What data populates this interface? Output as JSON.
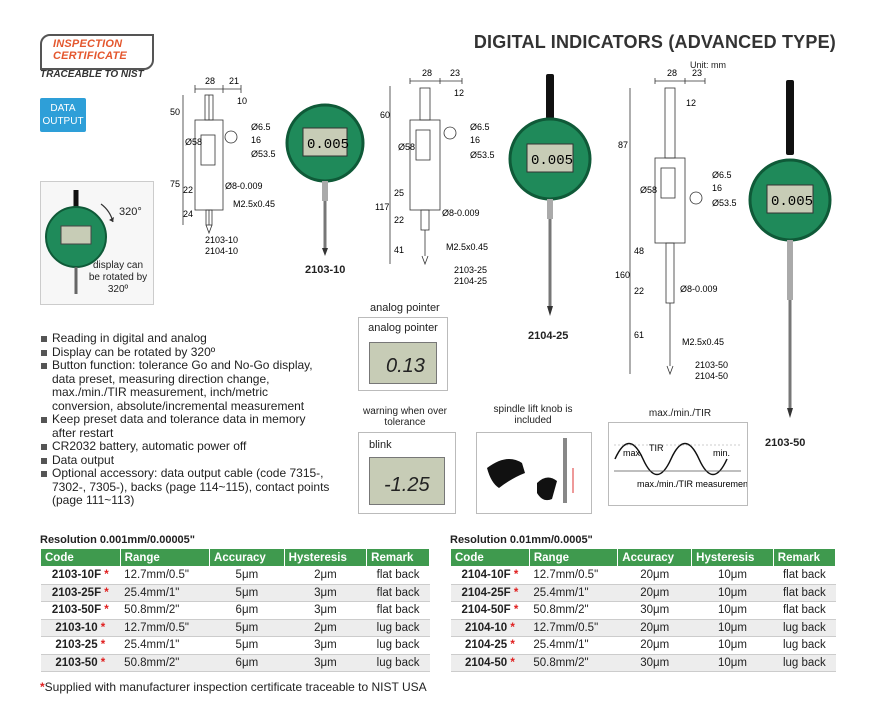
{
  "logo": {
    "line1": "INSPECTION",
    "line2": "CERTIFICATE",
    "sub": "TRACEABLE TO NIST"
  },
  "title": "DIGITAL INDICATORS (ADVANCED TYPE)",
  "data_output": [
    "DATA",
    "OUTPUT"
  ],
  "rotate": {
    "deg": "320°",
    "text": "display can be rotated by 320º"
  },
  "unit": "Unit: mm",
  "lcd_reading": "0.005",
  "models": {
    "a": {
      "name": "2103-10",
      "codes": [
        "2103-10",
        "2104-10"
      ],
      "dims": [
        "28",
        "21",
        "10",
        "50",
        "75",
        "22",
        "24",
        "Ø58",
        "Ø6.5",
        "16",
        "Ø53.5"
      ],
      "stem": "Ø8-0.009",
      "thread": "M2.5x0.45"
    },
    "b": {
      "name": "2104-25",
      "codes": [
        "2103-25",
        "2104-25"
      ],
      "dims": [
        "28",
        "23",
        "12",
        "60",
        "117",
        "25",
        "22",
        "41",
        "Ø58",
        "Ø6.5",
        "16",
        "Ø53.5"
      ],
      "stem": "Ø8-0.009",
      "thread": "M2.5x0.45"
    },
    "c": {
      "name": "2103-50",
      "codes": [
        "2103-50",
        "2104-50"
      ],
      "dims": [
        "28",
        "23",
        "12",
        "87",
        "160",
        "48",
        "22",
        "61",
        "Ø58",
        "Ø6.5",
        "16",
        "Ø53.5"
      ],
      "stem": "Ø8-0.009",
      "thread": "M2.5x0.45"
    }
  },
  "features": [
    "Reading in digital and analog",
    "Display can be rotated by 320º",
    "Button function: tolerance Go and No-Go display, data preset, measuring direction change, max./min./TIR measurement, inch/metric conversion, absolute/incremental measurement",
    "Keep preset data and tolerance data in memory after restart",
    "CR2032 battery, automatic power off",
    "Data output",
    "Optional accessory: data output cable (code 7315-, 7302-, 7305-), backs (page 114~115), contact points (page 111~113)"
  ],
  "panels": {
    "analog": {
      "caption": "analog pointer",
      "inner": "analog pointer",
      "reading": "0.13"
    },
    "blink": {
      "caption": "warning when over tolerance",
      "inner": "blink",
      "reading": "-1.25"
    },
    "knob": {
      "caption": "spindle lift knob is included"
    },
    "tir": {
      "caption": "max./min./TIR",
      "max": "max.",
      "tir": "TIR",
      "min": "min.",
      "bottom": "max./min./TIR measurement"
    }
  },
  "tables": [
    {
      "resolution": "Resolution 0.001mm/0.00005\"",
      "headers": [
        "Code",
        "Range",
        "Accuracy",
        "Hysteresis",
        "Remark"
      ],
      "rows": [
        [
          "2103-10F",
          "12.7mm/0.5\"",
          "5μm",
          "2μm",
          "flat back"
        ],
        [
          "2103-25F",
          "25.4mm/1\"",
          "5μm",
          "3μm",
          "flat back"
        ],
        [
          "2103-50F",
          "50.8mm/2\"",
          "6μm",
          "3μm",
          "flat back"
        ],
        [
          "2103-10",
          "12.7mm/0.5\"",
          "5μm",
          "2μm",
          "lug back"
        ],
        [
          "2103-25",
          "25.4mm/1\"",
          "5μm",
          "3μm",
          "lug back"
        ],
        [
          "2103-50",
          "50.8mm/2\"",
          "6μm",
          "3μm",
          "lug back"
        ]
      ]
    },
    {
      "resolution": "Resolution 0.01mm/0.0005\"",
      "headers": [
        "Code",
        "Range",
        "Accuracy",
        "Hysteresis",
        "Remark"
      ],
      "rows": [
        [
          "2104-10F",
          "12.7mm/0.5\"",
          "20μm",
          "10μm",
          "flat back"
        ],
        [
          "2104-25F",
          "25.4mm/1\"",
          "20μm",
          "10μm",
          "flat back"
        ],
        [
          "2104-50F",
          "50.8mm/2\"",
          "30μm",
          "10μm",
          "flat back"
        ],
        [
          "2104-10",
          "12.7mm/0.5\"",
          "20μm",
          "10μm",
          "lug back"
        ],
        [
          "2104-25",
          "25.4mm/1\"",
          "20μm",
          "10μm",
          "lug back"
        ],
        [
          "2104-50",
          "50.8mm/2\"",
          "30μm",
          "10μm",
          "lug back"
        ]
      ]
    }
  ],
  "footnote": "Supplied with manufacturer inspection certificate traceable to NIST USA",
  "colors": {
    "table_header": "#3f9a4e",
    "accent_blue": "#2e9fd8",
    "logo_orange": "#e4572e",
    "star_red": "#e02020",
    "gauge_green": "#1f8a5a"
  }
}
